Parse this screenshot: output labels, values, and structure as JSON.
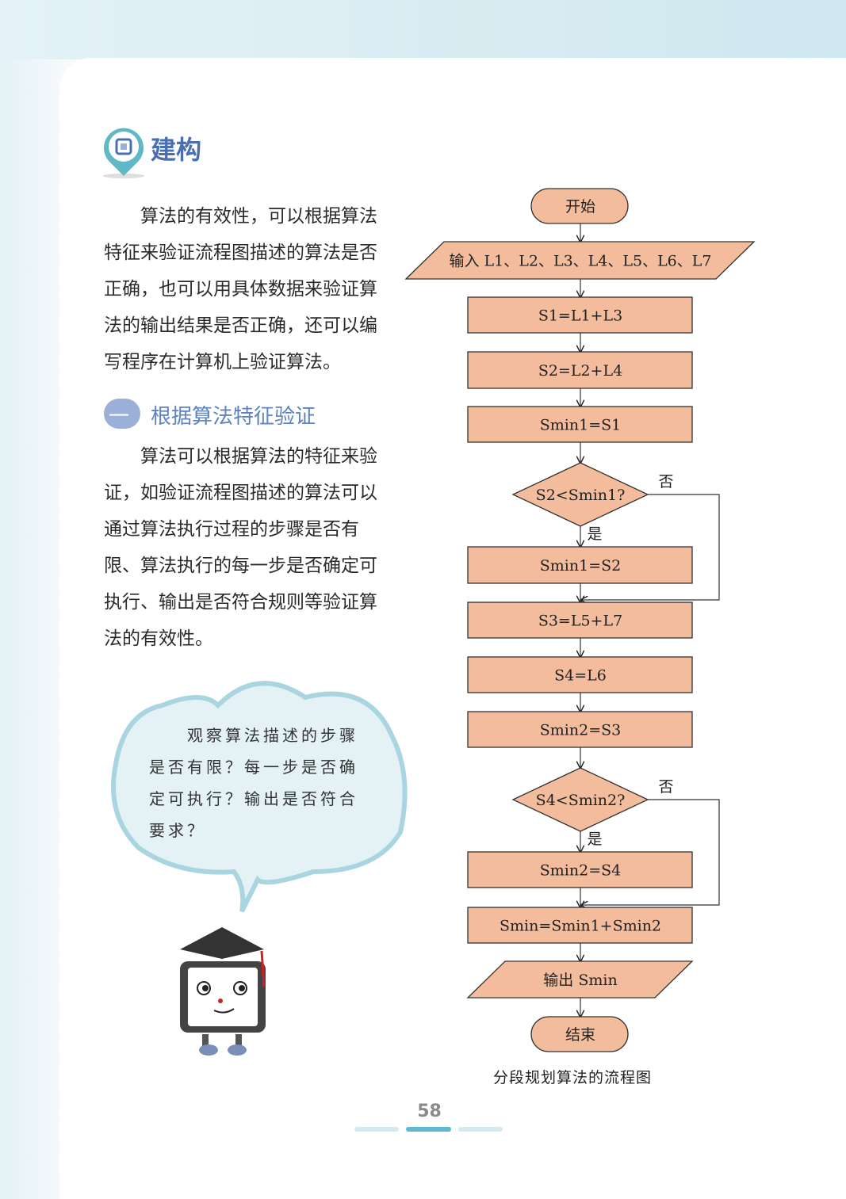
{
  "section_title": "建构",
  "intro_lines": [
    "算法的有效性，可以根据算法",
    "特征来验证流程图描述的算法是否",
    "正确，也可以用具体数据来验证算",
    "法的输出结果是否正确，还可以编",
    "写程序在计算机上验证算法。"
  ],
  "subsection": {
    "number": "一",
    "title": "根据算法特征验证"
  },
  "sub_lines": [
    "算法可以根据算法的特征来验",
    "证，如验证流程图描述的算法可以",
    "通过算法执行过程的步骤是否有",
    "限、算法执行的每一步是否确定可",
    "执行、输出是否符合规则等验证算",
    "法的有效性。"
  ],
  "bubble_lines": [
    "观察算法描述的步骤",
    "是否有限？每一步是否确",
    "定可执行？输出是否符合",
    "要求？"
  ],
  "flowchart": {
    "caption": "分段规划算法的流程图",
    "fill": "#f2bc9d",
    "nodes": [
      {
        "type": "oval",
        "text": "开始"
      },
      {
        "type": "io",
        "text": "输入 L1、L2、L3、L4、L5、L6、L7"
      },
      {
        "type": "process",
        "text": "S1=L1+L3"
      },
      {
        "type": "process",
        "text": "S2=L2+L4"
      },
      {
        "type": "process",
        "text": "Smin1=S1"
      },
      {
        "type": "decision",
        "text": "S2<Smin1?",
        "yes": "是",
        "no": "否"
      },
      {
        "type": "process",
        "text": "Smin1=S2"
      },
      {
        "type": "process",
        "text": "S3=L5+L7"
      },
      {
        "type": "process",
        "text": "S4=L6"
      },
      {
        "type": "process",
        "text": "Smin2=S3"
      },
      {
        "type": "decision",
        "text": "S4<Smin2?",
        "yes": "是",
        "no": "否"
      },
      {
        "type": "process",
        "text": "Smin2=S4"
      },
      {
        "type": "process",
        "text": "Smin=Smin1+Smin2"
      },
      {
        "type": "io",
        "text": "输出 Smin"
      },
      {
        "type": "oval",
        "text": "结束"
      }
    ]
  },
  "page_number": "58"
}
